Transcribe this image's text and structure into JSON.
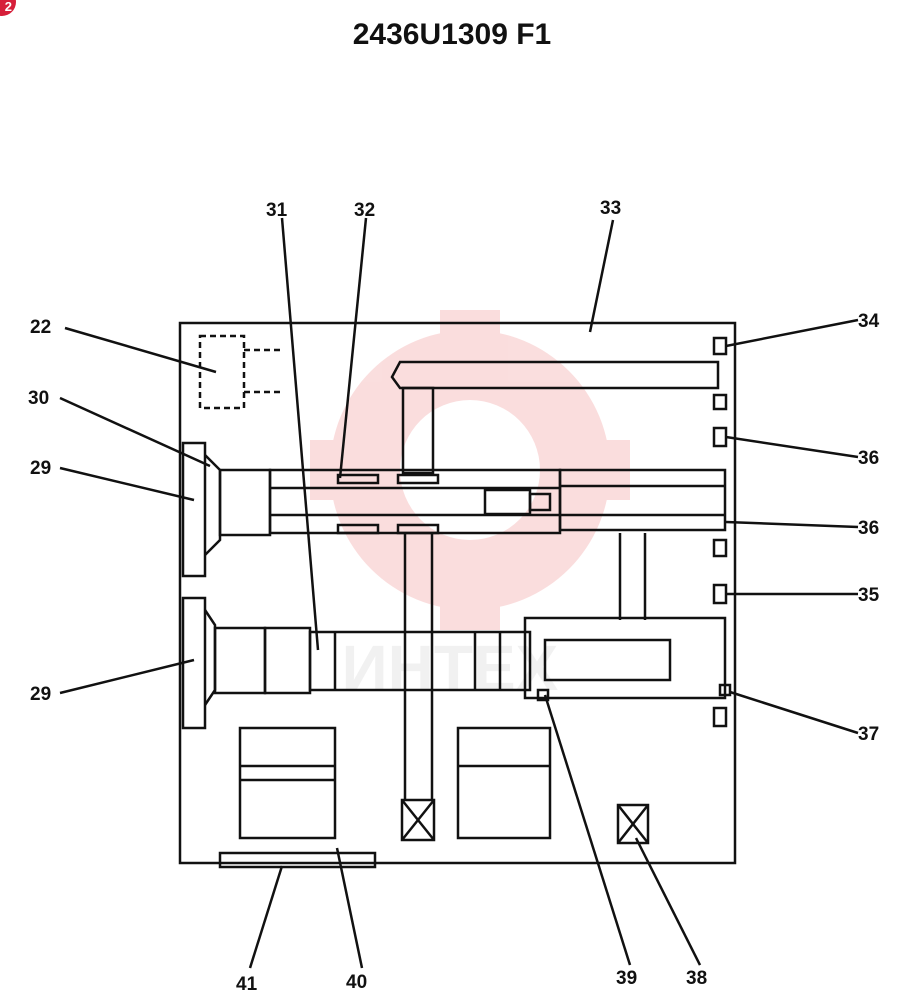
{
  "title": "2436U1309 F1",
  "corner_badge": "2",
  "watermark_text": "ИНТЕХ",
  "colors": {
    "ink": "#111111",
    "watermark": "#f2a0a0",
    "badge": "#d61f3a"
  },
  "labels": {
    "l22": "22",
    "l30": "30",
    "l29a": "29",
    "l29b": "29",
    "l31": "31",
    "l32": "32",
    "l33": "33",
    "l34": "34",
    "l36a": "36",
    "l36b": "36",
    "l35": "35",
    "l37": "37",
    "l41": "41",
    "l40": "40",
    "l39": "39",
    "l38": "38"
  }
}
